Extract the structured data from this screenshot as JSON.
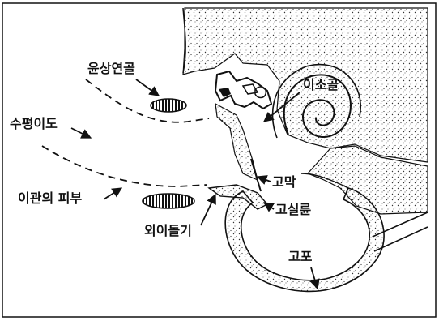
{
  "figure": {
    "labels": {
      "auricular_cartilage": "윤상연골",
      "horizontal_canal": "수평이도",
      "ear_canal_skin": "이관의 피부",
      "external_ear_protrusion": "외이돌기",
      "eardrum": "고막",
      "tympanic_ring": "고실륜",
      "ossicles": "이소골",
      "tympanic_bulla": "고포"
    },
    "colors": {
      "ink": "#111111",
      "stipple": "#333333",
      "paper": "#ffffff"
    }
  }
}
